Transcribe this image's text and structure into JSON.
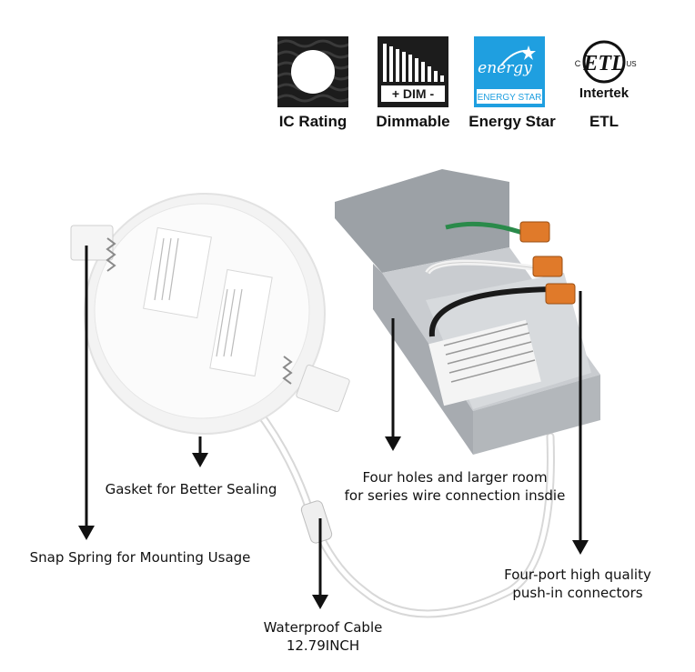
{
  "badges": [
    {
      "icon": "ic-rating-icon",
      "label": "IC Rating"
    },
    {
      "icon": "dimmable-icon",
      "label": "Dimmable",
      "icon_text": "+ DIM -"
    },
    {
      "icon": "energy-star-icon",
      "label": "Energy Star",
      "icon_text": "ENERGY STAR",
      "icon_script": "energy"
    },
    {
      "icon": "intertek-etl-icon",
      "label": "ETL",
      "icon_text": "Intertek",
      "mark_left": "C",
      "mark_right": "US"
    }
  ],
  "callouts": {
    "gasket": "Gasket for Better Sealing",
    "snap_spring": "Snap Spring for Mounting Usage",
    "holes_line1": "Four holes and larger room",
    "holes_line2": "for series wire connection insdie",
    "connectors_line1": "Four-port high quality",
    "connectors_line2": "push-in connectors",
    "cable_line1": "Waterproof Cable",
    "cable_line2": "12.79INCH"
  },
  "colors": {
    "badge_dark": "#1c1c1c",
    "energy_star_blue": "#1f9fe0",
    "arrow": "#111111",
    "connector_orange": "#e07a2a",
    "box_grey": "#b8bcc0"
  }
}
